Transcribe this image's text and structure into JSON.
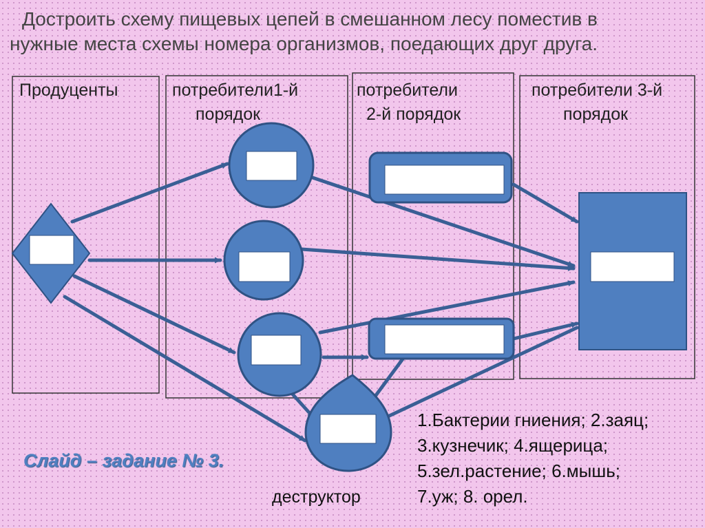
{
  "title": {
    "line1": "Достроить схему пищевых цепей в смешанном лесу поместив в",
    "line2": "нужные места схемы номера организмов, поедающих друг друга."
  },
  "columns": {
    "producers": "Продуценты",
    "consumers1_line1": "потребители1-й",
    "consumers1_line2": "порядок",
    "consumers2_line1": "потребители",
    "consumers2_line2": "2-й порядок",
    "consumers3_line1": "потребители 3-й",
    "consumers3_line2": "порядок"
  },
  "destructor_label": "деструктор",
  "legend": {
    "line1": "1.Бактерии гниения; 2.заяц;",
    "line2": "3.кузнечик; 4.ящерица;",
    "line3": "5.зел.растение;  6.мышь;",
    "line4": "7.уж;  8. орел."
  },
  "slide_label": "Слайд – задание № 3.",
  "colors": {
    "shape_fill": "#4f7fc0",
    "shape_stroke": "#2f5284",
    "arrow": "#3a5f95",
    "background": "#f2c6ec"
  }
}
